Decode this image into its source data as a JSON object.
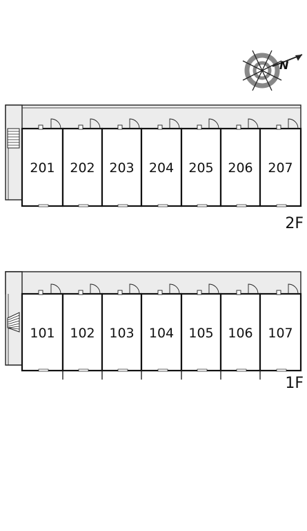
{
  "compass": {
    "label": "N"
  },
  "floors": [
    {
      "label": "2F",
      "rooms": [
        "201",
        "202",
        "203",
        "204",
        "205",
        "206",
        "207"
      ]
    },
    {
      "label": "1F",
      "rooms": [
        "101",
        "102",
        "103",
        "104",
        "105",
        "106",
        "107"
      ]
    }
  ]
}
